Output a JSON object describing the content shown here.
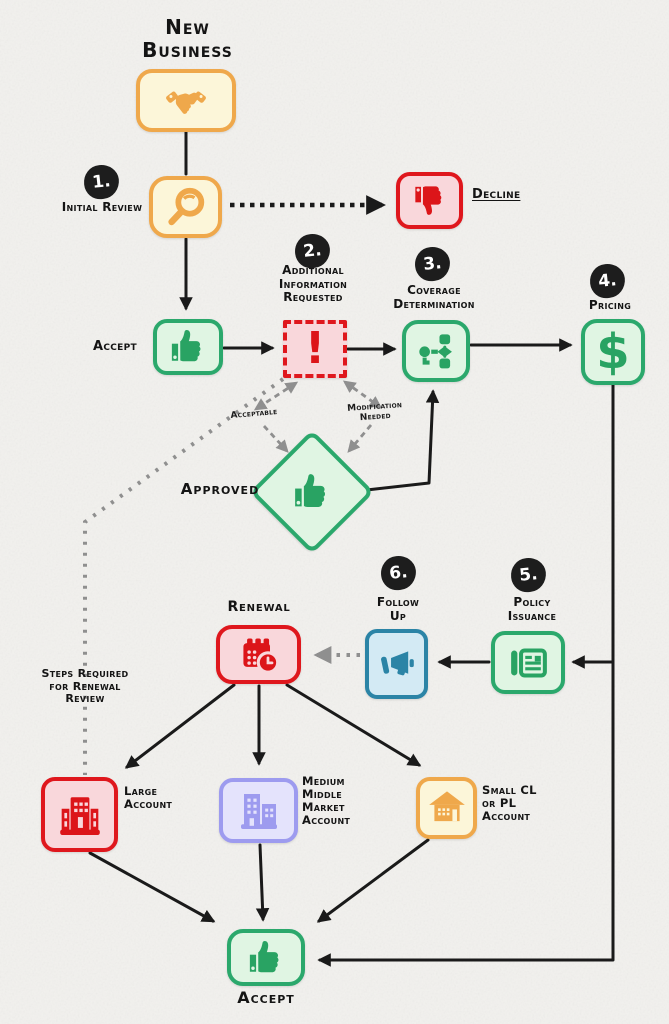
{
  "title": "New Business",
  "nodes": {
    "new_business": {
      "label": "New Business",
      "icon": "handshake-icon"
    },
    "initial_review": {
      "step": "1.",
      "label": "Initial Review",
      "icon": "magnifier-icon"
    },
    "decline": {
      "label": "Decline",
      "icon": "thumbs-down-icon"
    },
    "accept": {
      "label": "Accept",
      "icon": "thumbs-up-icon"
    },
    "additional_info": {
      "step": "2.",
      "label": "Additional Information Requested",
      "icon": "exclamation-icon",
      "glyph": "!"
    },
    "coverage_determination": {
      "step": "3.",
      "label": "Coverage Determination",
      "icon": "flowchart-icon"
    },
    "pricing": {
      "step": "4.",
      "label": "Pricing",
      "icon": "dollar-icon",
      "glyph": "$"
    },
    "approved": {
      "label": "Approved",
      "icon": "thumbs-up-icon"
    },
    "policy_issuance": {
      "step": "5.",
      "label": "Policy Issuance",
      "icon": "newspaper-icon"
    },
    "follow_up": {
      "step": "6.",
      "label": "Follow Up",
      "icon": "megaphone-icon"
    },
    "renewal": {
      "label": "Renewal",
      "icon": "calendar-clock-icon"
    },
    "large_account": {
      "label": "Large Account",
      "icon": "large-building-icon"
    },
    "medium_account": {
      "label": "Medium Middle Market Account",
      "icon": "two-buildings-icon"
    },
    "small_account": {
      "label": "Small CL or PL Account",
      "icon": "house-icon"
    },
    "final_accept": {
      "label": "Accept",
      "icon": "thumbs-up-icon"
    }
  },
  "edge_labels": {
    "acceptable": "Acceptable",
    "modification_needed": "Modification Needed",
    "steps_required": "Steps Required for Renewal Review"
  },
  "colors": {
    "yellow": "#EFA84B",
    "yellow_fill": "#FCF6D9",
    "green": "#2BA86C",
    "green_fill": "#E0F5E3",
    "red": "#DF171D",
    "red_fill": "#F9D7DB",
    "blue": "#2B84A6",
    "blue_fill": "#D3EAF4",
    "purple": "#9D9BEF",
    "purple_fill": "#E4E3FC",
    "ink": "#1A1A1A",
    "gray_dash": "#8F8F8F"
  }
}
